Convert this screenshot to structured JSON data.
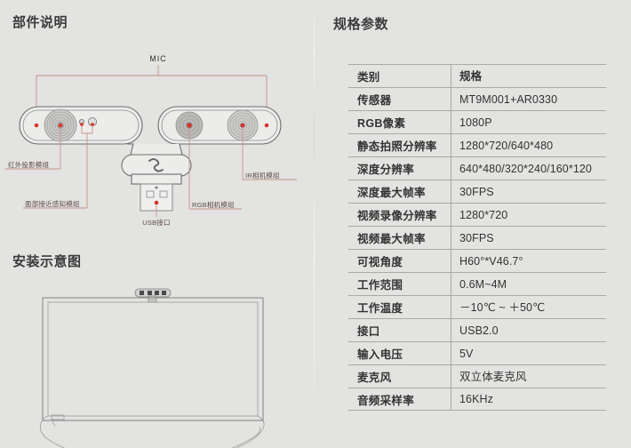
{
  "page": {
    "background_color": "#e3e3e1",
    "accent_color": "#d8352a",
    "leader_color": "#c08f86"
  },
  "sections": {
    "parts": {
      "title": "部件说明"
    },
    "install": {
      "title": "安装示意图"
    },
    "spec": {
      "title": "规格参数"
    }
  },
  "parts_diagram": {
    "labels": {
      "mic": "MIC",
      "ir_projector": "红外投影模组",
      "face_proximity": "面部接近感知模组",
      "usb_port": "USB接口",
      "rgb_camera": "RGB相机模组",
      "ir_camera": "IR相机模组"
    }
  },
  "spec_table": {
    "columns": [
      "类别",
      "规格"
    ],
    "rows": [
      {
        "category": "类别",
        "value": "规格",
        "header": true
      },
      {
        "category": "传感器",
        "value": "MT9M001+AR0330"
      },
      {
        "category": "RGB像素",
        "value": "1080P"
      },
      {
        "category": "静态拍照分辨率",
        "value": "1280*720/640*480"
      },
      {
        "category": "深度分辨率",
        "value": "640*480/320*240/160*120"
      },
      {
        "category": "深度最大帧率",
        "value": "30FPS"
      },
      {
        "category": "视频录像分辨率",
        "value": "1280*720"
      },
      {
        "category": "视频最大帧率",
        "value": "30FPS"
      },
      {
        "category": "可视角度",
        "value": "H60°*V46.7°"
      },
      {
        "category": "工作范围",
        "value": "0.6M~4M"
      },
      {
        "category": "工作温度",
        "value": "－10℃ ~ ＋50℃"
      },
      {
        "category": "接口",
        "value": "USB2.0"
      },
      {
        "category": "输入电压",
        "value": "5V"
      },
      {
        "category": "麦克风",
        "value": "双立体麦克风"
      },
      {
        "category": "音频采样率",
        "value": "16KHz"
      }
    ]
  }
}
